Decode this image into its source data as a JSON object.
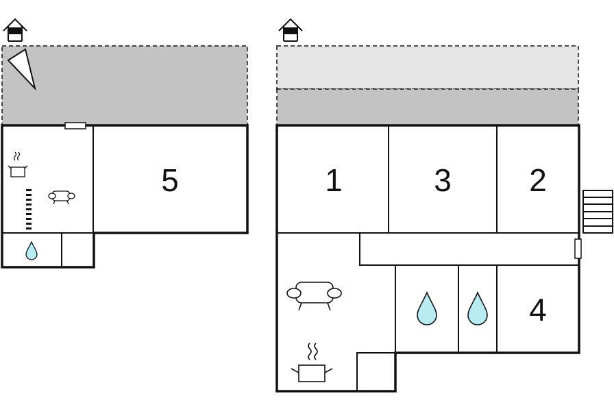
{
  "floors": [
    {
      "name": "left-floor",
      "rooms": [
        {
          "label": "5"
        }
      ],
      "icons": [
        "entrance-icon",
        "compass-arrow-icon",
        "window-icon",
        "cooking-pot-icon",
        "sofa-icon",
        "stairs-icon",
        "water-drop-icon"
      ]
    },
    {
      "name": "right-floor",
      "rooms": [
        {
          "label": "1"
        },
        {
          "label": "3"
        },
        {
          "label": "2"
        },
        {
          "label": "4"
        }
      ],
      "icons": [
        "entrance-icon",
        "stairs-icon",
        "window-icon",
        "sofa-icon",
        "cooking-pot-icon",
        "water-drop-icon",
        "water-drop-icon"
      ]
    }
  ],
  "colors": {
    "terrace_dark": "#c3c3c3",
    "terrace_light": "#e5e5e5",
    "wall": "#111111",
    "water": "#b8ecf2"
  }
}
